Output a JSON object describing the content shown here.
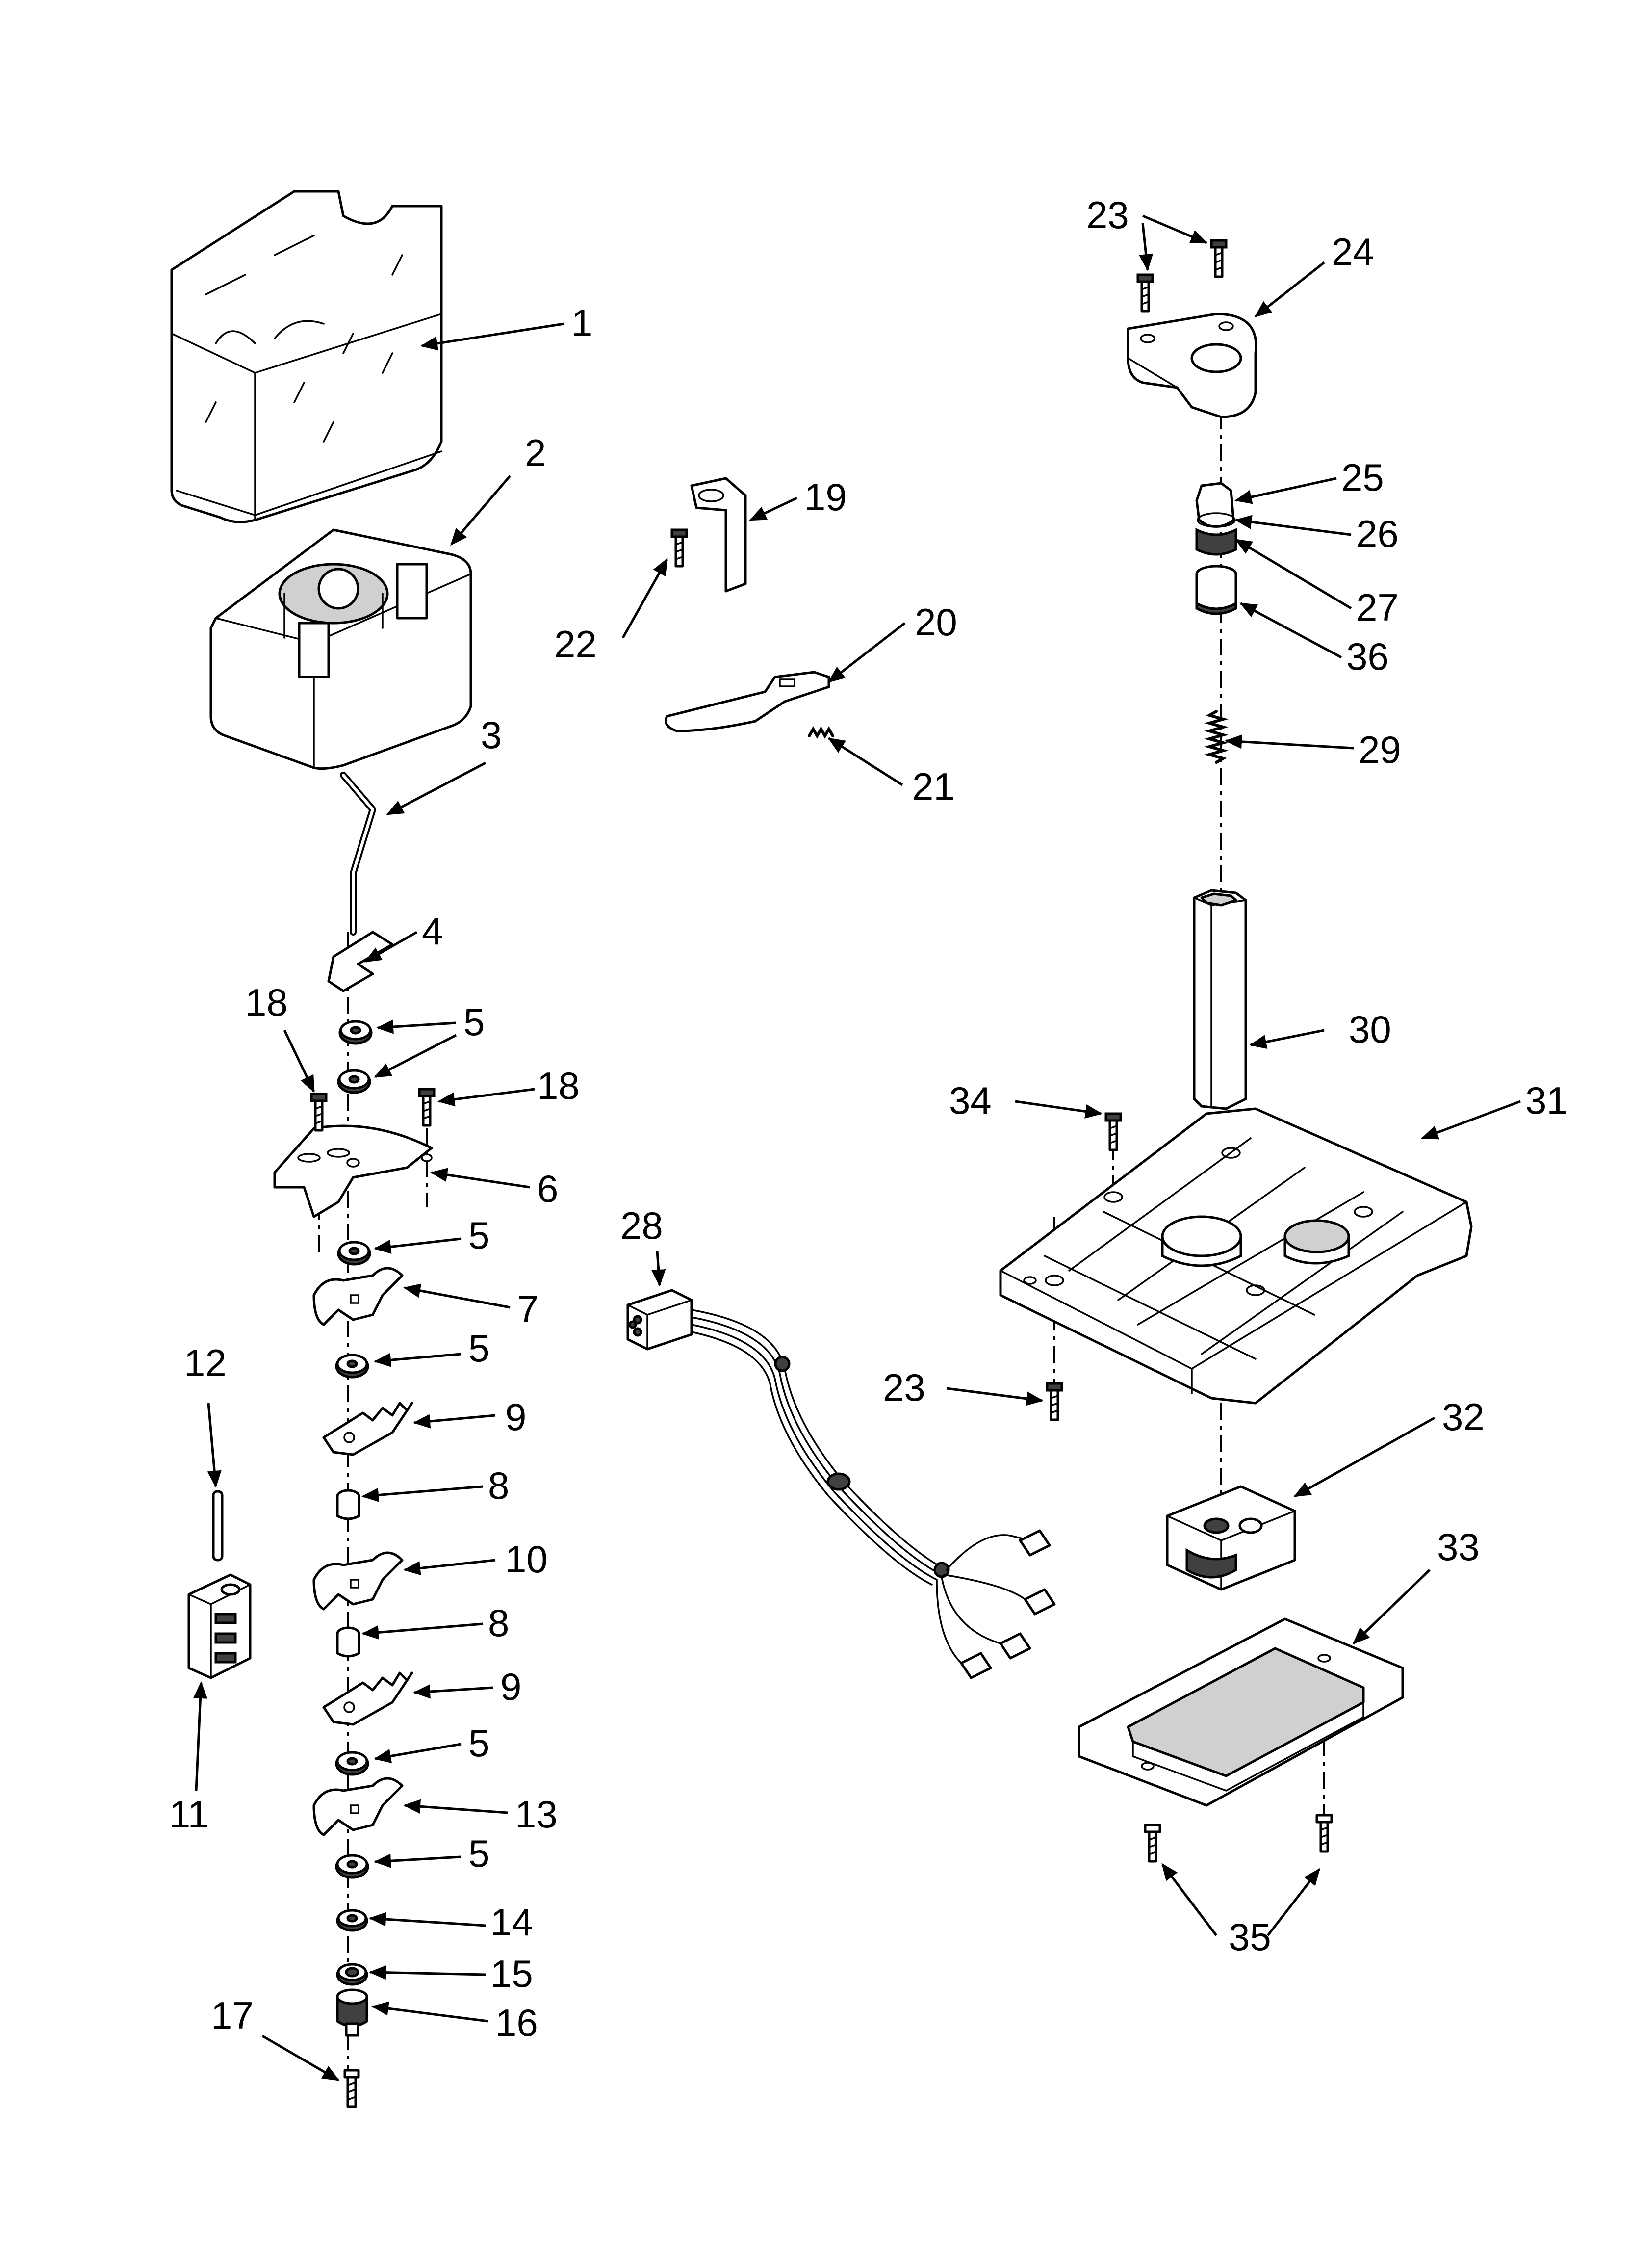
{
  "diagram": {
    "type": "exploded-parts-diagram",
    "icon": "ice-dispenser-parts-icon",
    "colors": {
      "line": "#000000",
      "background": "#ffffff",
      "shade": "#d0d0d0"
    },
    "callouts": [
      "1",
      "2",
      "3",
      "4",
      "5",
      "18",
      "18",
      "5",
      "6",
      "5",
      "7",
      "5",
      "9",
      "8",
      "10",
      "8",
      "9",
      "5",
      "13",
      "5",
      "14",
      "15",
      "16",
      "17",
      "12",
      "11",
      "19",
      "22",
      "20",
      "21",
      "28",
      "23",
      "24",
      "25",
      "26",
      "27",
      "36",
      "29",
      "30",
      "34",
      "31",
      "23",
      "32",
      "33",
      "35"
    ]
  }
}
